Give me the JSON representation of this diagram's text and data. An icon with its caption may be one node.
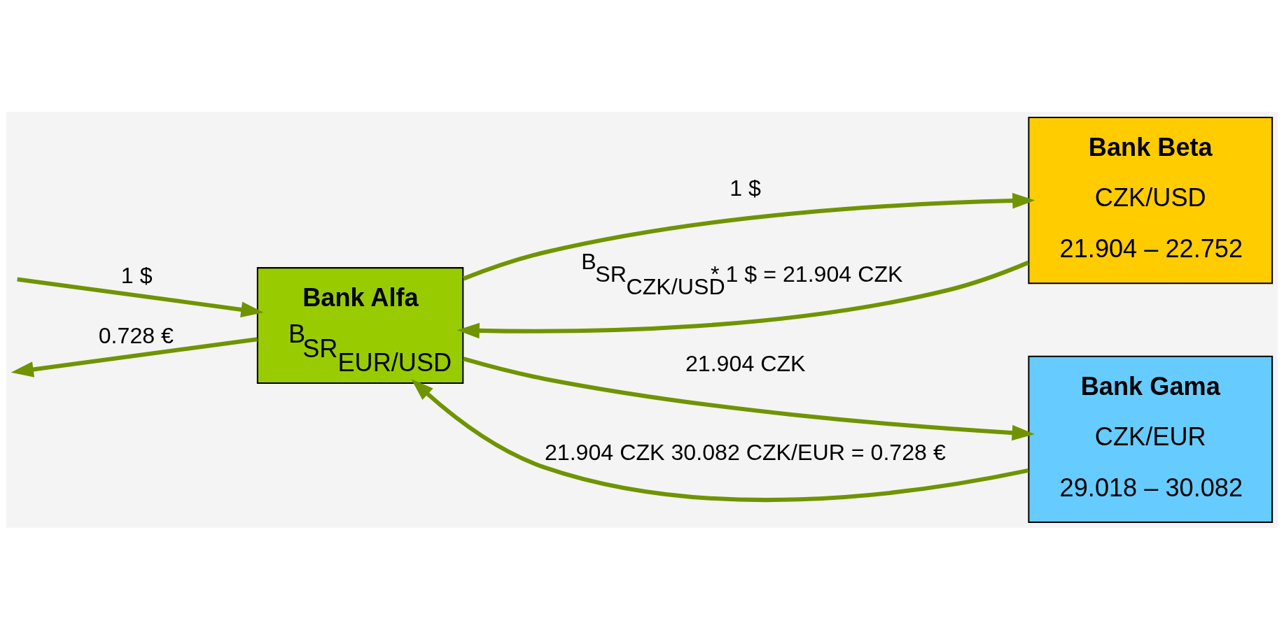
{
  "diagram": {
    "nodes": [
      {
        "text": [
          "Bank Alfa",
          "$^{B}$SR$_{EUR/USD}$"
        ]
      },
      {
        "text": [
          "Bank Beta",
          "CZK/USD",
          "21.904 – 22.752"
        ]
      },
      {
        "text": [
          "Bank Gama",
          "CZK/EUR",
          "29.018 – 30.082"
        ]
      }
    ],
    "edges": [
      {
        "from": null,
        "to": 0,
        "arrow": "to",
        "label": "1 $"
      },
      {
        "from": 0,
        "to": 1,
        "arrow": "to",
        "label": "1 $"
      },
      {
        "from": 1,
        "to": 0,
        "arrow": "to",
        "label": "$^{B}$SR$_{CZK/USD}$ * 1 $ = 21.904 CZK"
      },
      {
        "from": 0,
        "to": 2,
        "arrow": "to",
        "label": "21.904 CZK"
      },
      {
        "from": 2,
        "to": 0,
        "arrow": "to",
        "label": "21.904 CZK 30.082 CZK/EUR = 0.728 €"
      },
      {
        "from": 0,
        "to": null,
        "arrow": "to",
        "label": "0.728 €"
      }
    ]
  }
}
